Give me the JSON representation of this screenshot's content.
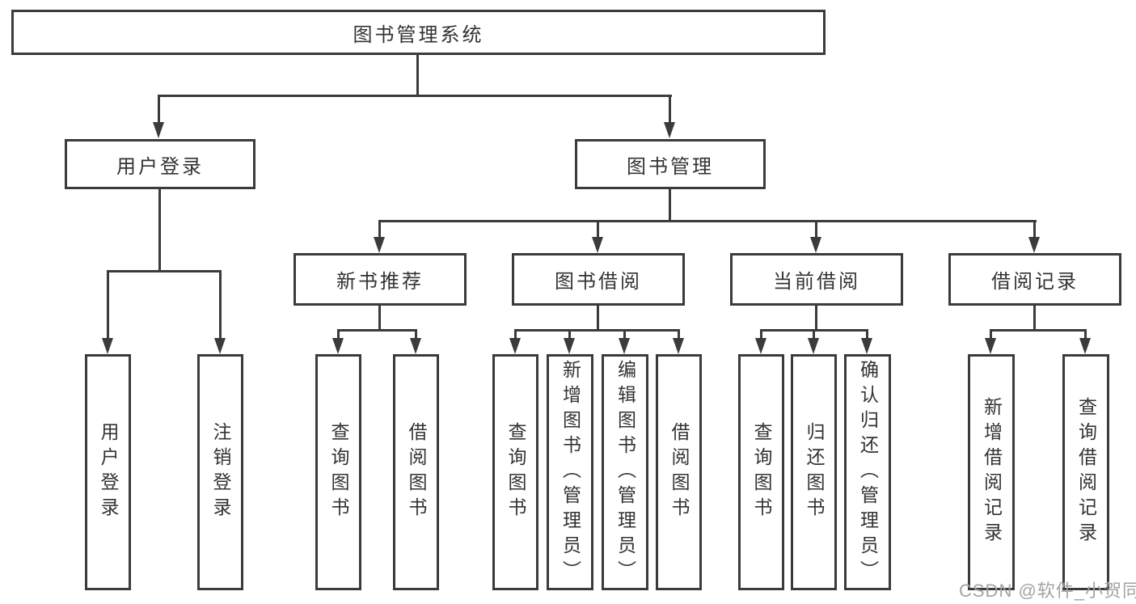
{
  "diagram": {
    "title": "图书管理系统",
    "level2": {
      "user_login": "用户登录",
      "book_management": "图书管理"
    },
    "level3": {
      "new_book_recommend": "新书推荐",
      "book_borrow": "图书借阅",
      "current_borrow": "当前借阅",
      "borrow_record": "借阅记录"
    },
    "leaves": {
      "user_login": [
        "用户登录",
        "注销登录"
      ],
      "new_book_recommend": [
        "查询图书",
        "借阅图书"
      ],
      "book_borrow": [
        "查询图书",
        "新增图书（管理员）",
        "编辑图书（管理员）",
        "借阅图书"
      ],
      "current_borrow": [
        "查询图书",
        "归还图书",
        "确认归还（管理员）"
      ],
      "borrow_record": [
        "新增借阅记录",
        "查询借阅记录"
      ]
    },
    "watermark": "CSDN @软件_小贺同学",
    "colors": {
      "line": "#3b3b3b",
      "text": "#333333",
      "background": "#ffffff",
      "watermark": "#a3a3a3"
    }
  }
}
